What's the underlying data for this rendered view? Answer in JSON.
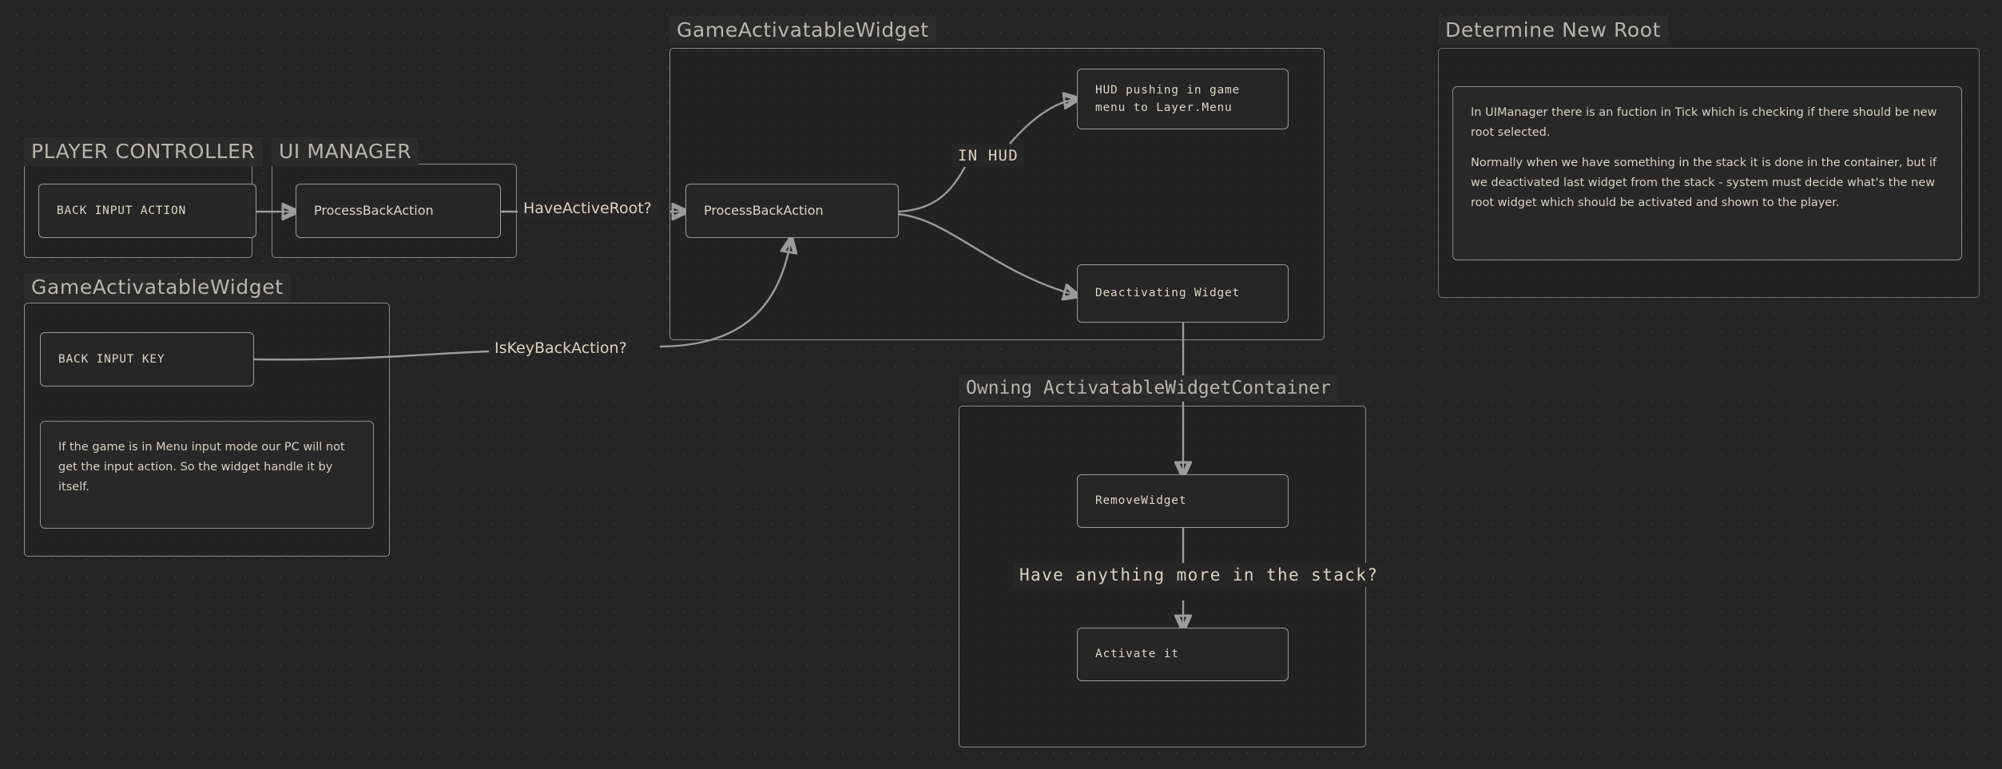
{
  "meta": {
    "bg_color": "#242424",
    "line_color": "#9b9b9b",
    "text_color": "#ded5c7",
    "title_color": "#b9b5ad",
    "node_bg": "#262626",
    "border_color": "#9a9a9a"
  },
  "groups": {
    "player_controller": {
      "title": "PLAYER CONTROLLER"
    },
    "ui_manager": {
      "title": "UI MANAGER"
    },
    "game_activatable_widget_left": {
      "title": "GameActivatableWidget"
    },
    "game_activatable_widget_mid": {
      "title": "GameActivatableWidget"
    },
    "owning_container": {
      "title": "Owning ActivatableWidgetContainer"
    },
    "determine_new_root": {
      "title": "Determine New Root"
    }
  },
  "nodes": {
    "back_input_action": {
      "label": "BACK INPUT ACTION"
    },
    "process_back_action_uim": {
      "label": "ProcessBackAction"
    },
    "back_input_key": {
      "label": "BACK INPUT KEY"
    },
    "process_back_action_widget": {
      "label": "ProcessBackAction"
    },
    "hud_pushing": {
      "label": "HUD pushing in game\nmenu to Layer.Menu"
    },
    "deactivating_widget": {
      "label": "Deactivating Widget"
    },
    "remove_widget": {
      "label": "RemoveWidget"
    },
    "activate_it": {
      "label": "Activate it"
    }
  },
  "edge_labels": {
    "have_active_root": "HaveActiveRoot?",
    "is_key_back_action": "IsKeyBackAction?",
    "in_hud": "IN HUD",
    "have_anything_more": "Have anything more in the stack?"
  },
  "notes": {
    "menu_input_mode": {
      "paragraphs": [
        "If the game is in Menu input mode our PC will not get the input action. So the widget handle it by itself."
      ]
    },
    "determine_new_root": {
      "paragraphs": [
        "In UIManager there is an fuction in Tick which is checking if there should be new root selected.",
        "Normally when we have something in the stack it is done in the container, but if we deactivated last widget from the stack - system must decide what's the new root widget which should be activated and shown to the player."
      ]
    }
  }
}
